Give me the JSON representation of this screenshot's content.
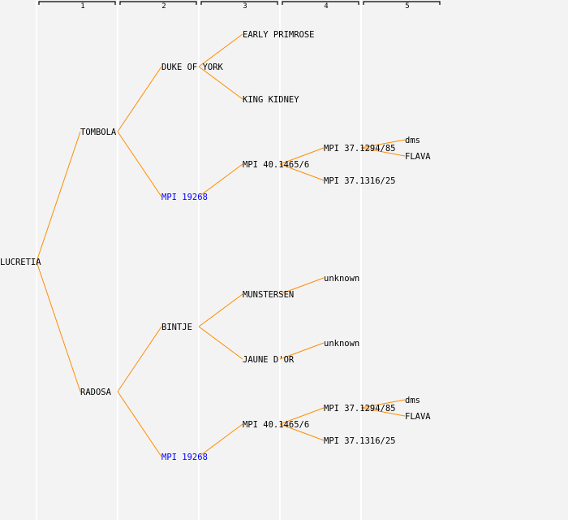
{
  "header": {
    "generations": [
      "1",
      "2",
      "3",
      "4",
      "5"
    ]
  },
  "colors": {
    "line": "#ff8c00",
    "link": "#0000ff",
    "text": "#000000",
    "background": "#f3f3f3"
  },
  "tree": {
    "name": "LUCRETIA",
    "children": [
      {
        "name": "TOMBOLA",
        "children": [
          {
            "name": "DUKE OF YORK",
            "children": [
              {
                "name": "EARLY PRIMROSE"
              },
              {
                "name": "KING KIDNEY"
              }
            ]
          },
          {
            "name": "MPI 19268",
            "link": true,
            "children": [
              {
                "name": "MPI 40.1465/6",
                "children": [
                  {
                    "name": "MPI 37.1294/85",
                    "children": [
                      {
                        "name": "dms"
                      },
                      {
                        "name": "FLAVA"
                      }
                    ]
                  },
                  {
                    "name": "MPI 37.1316/25"
                  }
                ]
              }
            ]
          }
        ]
      },
      {
        "name": "RADOSA",
        "children": [
          {
            "name": "BINTJE",
            "children": [
              {
                "name": "MUNSTERSEN",
                "children": [
                  {
                    "name": "unknown"
                  }
                ]
              },
              {
                "name": "JAUNE D'OR",
                "children": [
                  {
                    "name": "unknown"
                  }
                ]
              }
            ]
          },
          {
            "name": "MPI 19268",
            "link": true,
            "children": [
              {
                "name": "MPI 40.1465/6",
                "children": [
                  {
                    "name": "MPI 37.1294/85",
                    "children": [
                      {
                        "name": "dms"
                      },
                      {
                        "name": "FLAVA"
                      }
                    ]
                  },
                  {
                    "name": "MPI 37.1316/25"
                  }
                ]
              }
            ]
          }
        ]
      }
    ]
  }
}
